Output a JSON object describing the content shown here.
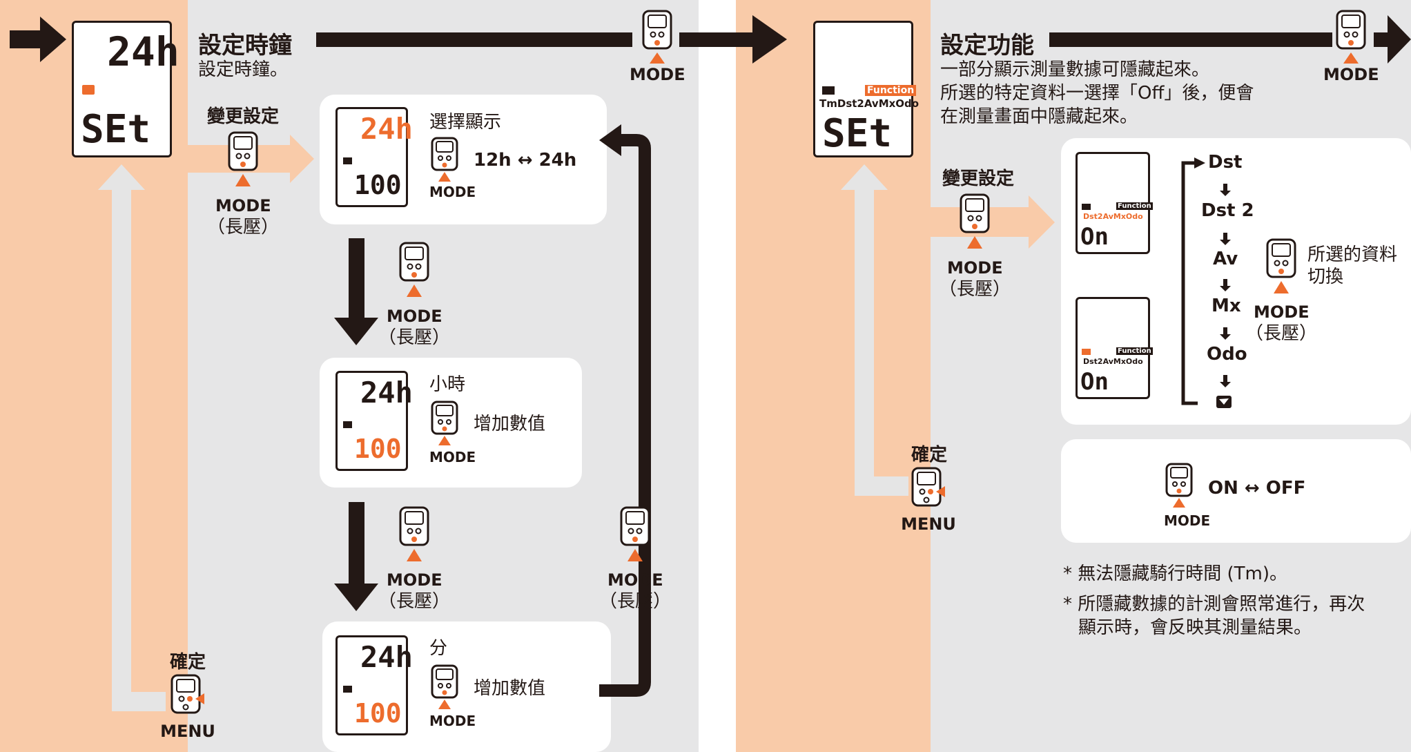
{
  "colors": {
    "peach": "#f9cba9",
    "gray": "#e6e6e7",
    "orange": "#ed6c2d",
    "dark": "#231815",
    "light_arrow": "#e5e5e5"
  },
  "left": {
    "title": "設定時鐘",
    "subtitle": "設定時鐘。",
    "display": {
      "top": "24h",
      "bottom": "SEt"
    },
    "change_label": "變更設定",
    "mode": "MODE",
    "long_press": "（長壓）",
    "confirm": "確定",
    "menu": "MENU",
    "top_mode": "MODE",
    "step1": {
      "title": "選擇顯示",
      "top": "24h",
      "bottom": "100",
      "action": "12h ↔ 24h",
      "mode": "MODE"
    },
    "step2": {
      "title": "小時",
      "top": "24h",
      "bottom": "100",
      "action": "增加數值",
      "mode": "MODE"
    },
    "step3": {
      "title": "分",
      "top": "24h",
      "bottom": "100",
      "action": "增加數值",
      "mode": "MODE"
    },
    "down1": {
      "mode": "MODE",
      "paren": "（長壓）"
    },
    "down2": {
      "mode": "MODE",
      "paren": "（長壓）"
    },
    "back": {
      "mode": "MODE",
      "paren": "（長壓）"
    }
  },
  "right": {
    "title": "設定功能",
    "desc1": "一部分顯示測量數據可隱藏起來。",
    "desc2": "所選的特定資料一選擇「Off」後，便會",
    "desc3": "在測量畫面中隱藏起來。",
    "display": {
      "func": "Function",
      "items": "TmDst2AvMxOdo",
      "bottom": "SEt"
    },
    "change_label": "變更設定",
    "mode": "MODE",
    "long_press": "（長壓）",
    "confirm": "確定",
    "menu": "MENU",
    "top_mode": "MODE",
    "card_a": {
      "lcd1": {
        "func": "Function",
        "items": "Dst2AvMxOdo",
        "bottom": "On"
      },
      "lcd2": {
        "func": "Function",
        "items": "Dst2AvMxOdo",
        "bottom": "On"
      },
      "list": [
        "Dst",
        "Dst 2",
        "Av",
        "Mx",
        "Odo"
      ],
      "switch_label_1": "所選的資料",
      "switch_label_2": "切換",
      "mode": "MODE",
      "paren": "（長壓）"
    },
    "card_b": {
      "action": "ON ↔ OFF",
      "mode": "MODE"
    },
    "note1": "* 無法隱藏騎行時間 (Tm)。",
    "note2a": "* 所隱藏數據的計測會照常進行，再次",
    "note2b": "顯示時，會反映其測量結果。"
  }
}
